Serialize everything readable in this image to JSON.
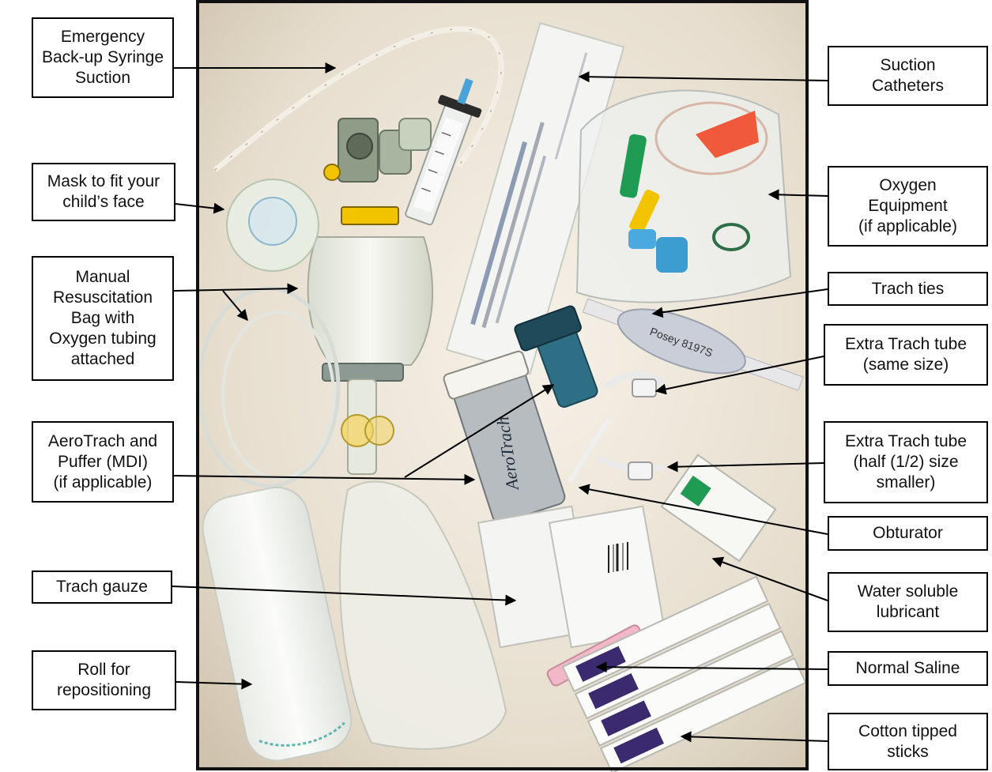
{
  "labels": {
    "emergency_syringe": "Emergency\nBack-up Syringe\nSuction",
    "mask": "Mask to fit your\nchild’s face",
    "resuscitation_bag": "Manual\nResuscitation\nBag with\nOxygen tubing\nattached",
    "aerotrach": "AeroTrach and\nPuffer (MDI)\n(if applicable)",
    "trach_gauze": "Trach gauze",
    "roll": "Roll for\nrepositioning",
    "suction_catheters": "Suction\nCatheters",
    "oxygen_equipment": "Oxygen\nEquipment\n(if applicable)",
    "trach_ties": "Trach ties",
    "extra_trach_same": "Extra Trach tube\n(same size)",
    "extra_trach_half": "Extra Trach tube\n(half (1/2) size\nsmaller)",
    "obturator": "Obturator",
    "lubricant": "Water soluble\nlubricant",
    "saline": "Normal Saline",
    "cotton_sticks": "Cotton tipped\nsticks"
  },
  "photo_text": {
    "aerotrach_brand": "AeroTrach",
    "trach_ties_brand": "Posey 8197S"
  },
  "colors": {
    "background": "#e8e0d2",
    "frame": "#111111",
    "bag_collar": "#f2c400",
    "inhaler": "#2f6f86",
    "saline_vial": "#f2b8c8",
    "stick_pack_print": "#3b2a6e"
  }
}
